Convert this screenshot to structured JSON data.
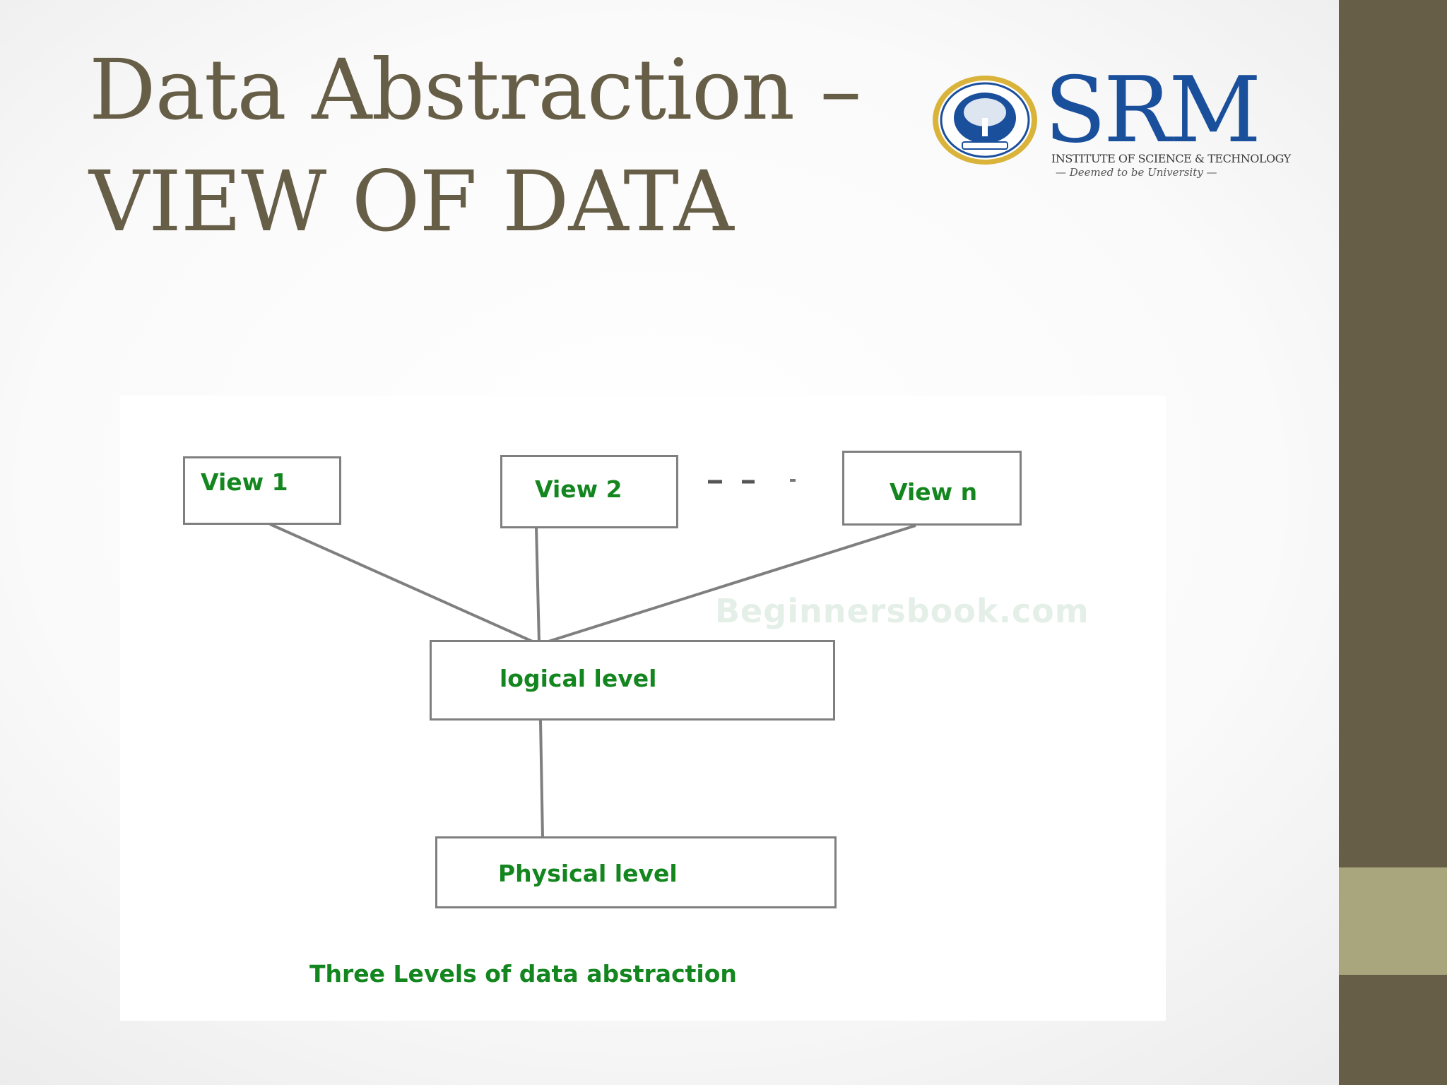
{
  "slide": {
    "title_line1": "Data Abstraction –",
    "title_line2": "VIEW OF DATA"
  },
  "logo": {
    "wordmark": "SRM",
    "subtitle": "INSTITUTE OF SCIENCE & TECHNOLOGY",
    "tagline": "— Deemed to be University —",
    "brand_color": "#1a4f9c",
    "seal_ring_color": "#d9b33a"
  },
  "diagram": {
    "views": [
      {
        "label": "View 1"
      },
      {
        "label": "View 2"
      },
      {
        "label": "View n"
      }
    ],
    "ellipsis": "- - -",
    "logical_level": "logical level",
    "physical_level": "Physical level",
    "watermark": "Beginnersbook.com",
    "caption": "Three Levels of data abstraction",
    "label_color": "#14861f",
    "line_color": "#7f7f7f"
  },
  "theme": {
    "title_color": "#675e47",
    "side_bar_color": "#675e47",
    "side_accent_color": "#a9a57c"
  }
}
